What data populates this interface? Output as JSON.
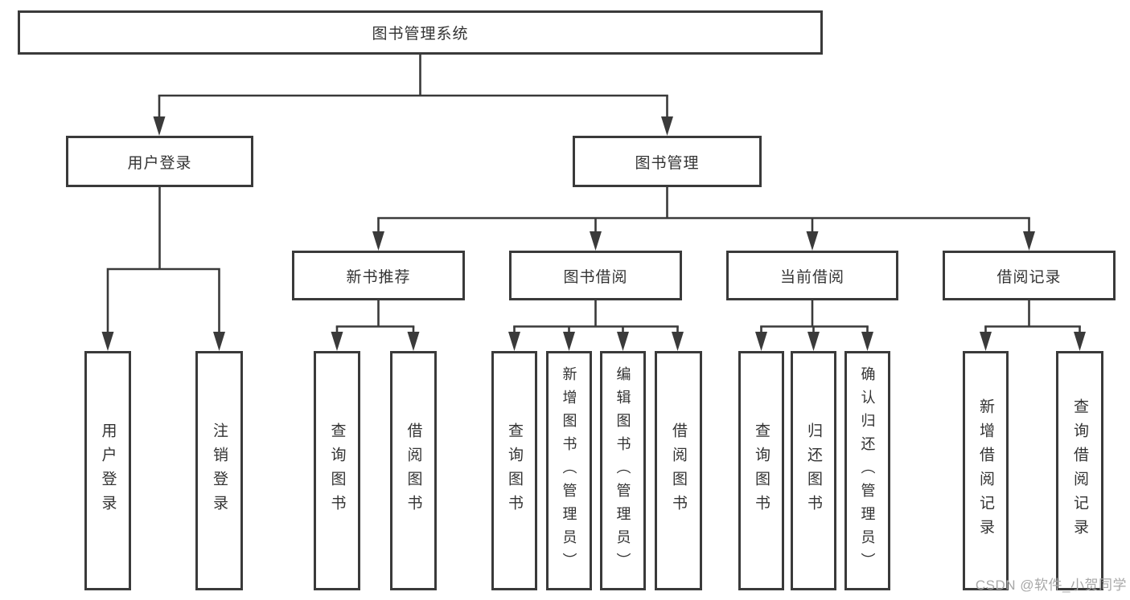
{
  "tree": {
    "root": {
      "label": "图书管理系统",
      "children": [
        {
          "label": "用户登录",
          "children": [
            {
              "label": "用户登录"
            },
            {
              "label": "注销登录"
            }
          ]
        },
        {
          "label": "图书管理",
          "children": [
            {
              "label": "新书推荐",
              "children": [
                {
                  "label": "查询图书"
                },
                {
                  "label": "借阅图书"
                }
              ]
            },
            {
              "label": "图书借阅",
              "children": [
                {
                  "label": "查询图书"
                },
                {
                  "label": "新增图书（管理员）"
                },
                {
                  "label": "编辑图书（管理员）"
                },
                {
                  "label": "借阅图书"
                }
              ]
            },
            {
              "label": "当前借阅",
              "children": [
                {
                  "label": "查询图书"
                },
                {
                  "label": "归还图书"
                },
                {
                  "label": "确认归还（管理员）"
                }
              ]
            },
            {
              "label": "借阅记录",
              "children": [
                {
                  "label": "新增借阅记录"
                },
                {
                  "label": "查询借阅记录"
                }
              ]
            }
          ]
        }
      ]
    }
  },
  "watermark": {
    "text": "CSDN @软件_小贺同学"
  },
  "colors": {
    "line": "#3a3a3a",
    "text": "#333333",
    "box_background": "#ffffff",
    "watermark": "#a8a8a8"
  }
}
